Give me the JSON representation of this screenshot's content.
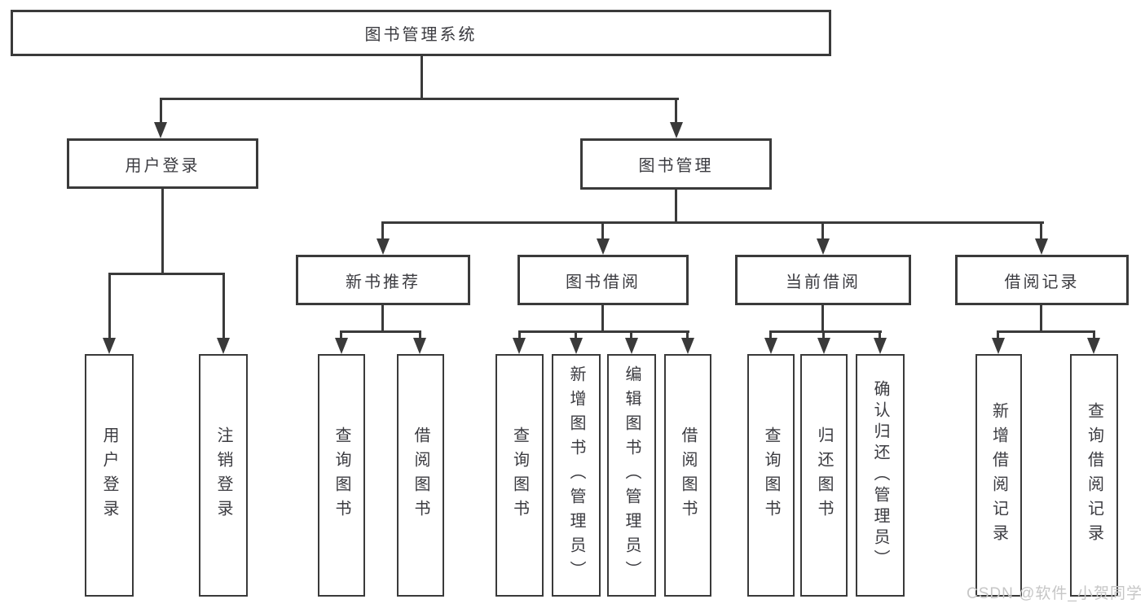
{
  "nodes": {
    "root": "图书管理系统",
    "user_login": "用户登录",
    "book_mgmt": "图书管理",
    "l3": [
      "新书推荐",
      "图书借阅",
      "当前借阅",
      "借阅记录"
    ],
    "user_login_leaves": [
      "用户登录",
      "注销登录"
    ],
    "new_book_leaves": [
      "查询图书",
      "借阅图书"
    ],
    "borrow_leaves": [
      "查询图书",
      "新增图书（管理员）",
      "编辑图书（管理员）",
      "借阅图书"
    ],
    "current_leaves": [
      "查询图书",
      "归还图书",
      "确认归还（管理员）"
    ],
    "record_leaves": [
      "新增借阅记录",
      "查询借阅记录"
    ]
  },
  "watermark": "CSDN @软件_小贺同学",
  "colors": {
    "line": "#3a3a3a",
    "text": "#3b3b40",
    "background": "#ffffff",
    "watermark": "#c6c6c6"
  }
}
